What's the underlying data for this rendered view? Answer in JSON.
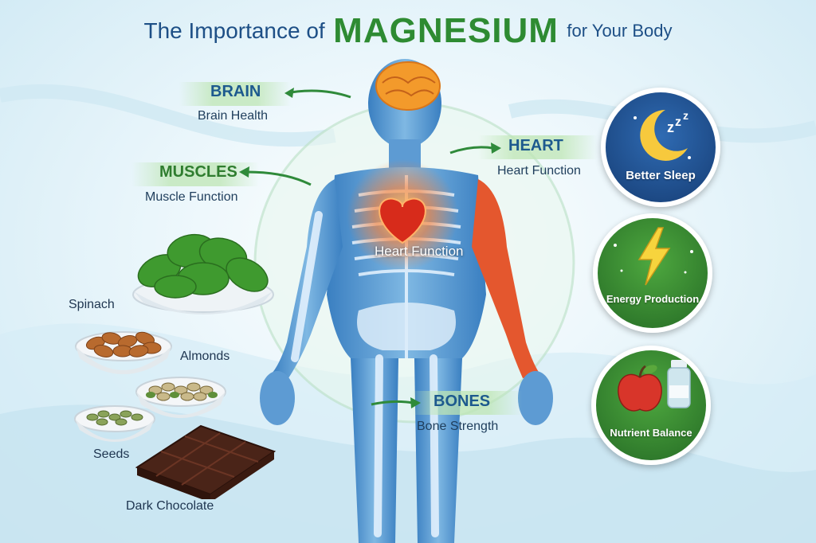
{
  "title": {
    "prefix": "The Importance of",
    "highlight": "MAGNESIUM",
    "suffix": "for Your Body"
  },
  "labels": {
    "brain": {
      "head": "BRAIN",
      "sub": "Brain Health"
    },
    "muscles": {
      "head": "MUSCLES",
      "sub": "Muscle Function"
    },
    "heart": {
      "head": "HEART",
      "sub": "Heart Function"
    },
    "heart_center": "Heart Function",
    "bones": {
      "head": "BONES",
      "sub": "Bone Strength"
    }
  },
  "foods": {
    "spinach": "Spinach",
    "almonds": "Almonds",
    "seeds": "Seeds",
    "chocolate": "Dark Chocolate"
  },
  "badges": [
    {
      "label": "Better Sleep",
      "icon": "moon-icon",
      "color": "#1f4f8f"
    },
    {
      "label": "Energy Production",
      "icon": "lightning-icon",
      "color": "#2e7d32"
    },
    {
      "label": "Nutrient Balance",
      "icon": "apple-icon",
      "color": "#2e7d32"
    }
  ],
  "colors": {
    "title_blue": "#1d4f86",
    "title_green": "#2e8b32",
    "body_blue": "#4a90c8",
    "heart_red": "#e53a1d"
  }
}
